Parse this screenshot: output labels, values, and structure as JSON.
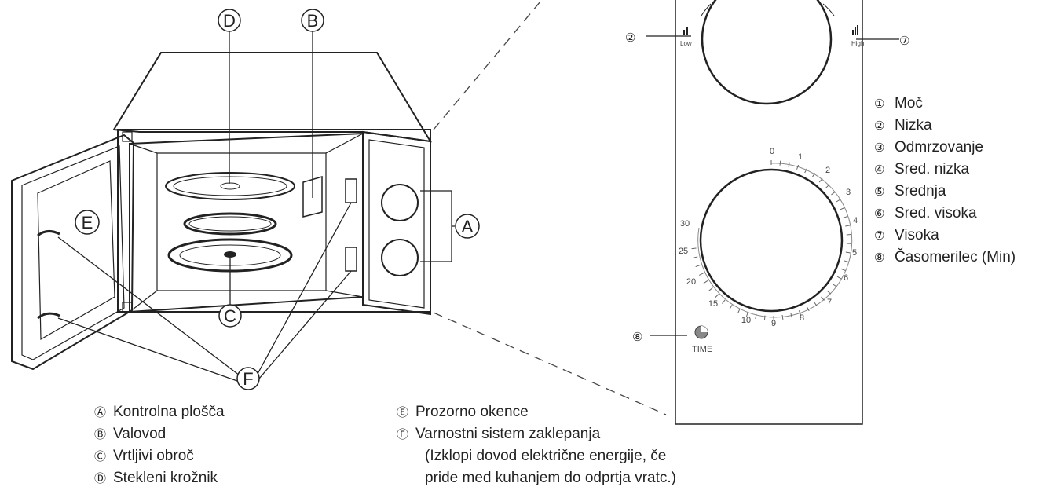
{
  "callouts": {
    "A": "A",
    "B": "B",
    "C": "C",
    "D": "D",
    "E": "E",
    "F": "F"
  },
  "panel": {
    "power_low_label": "Low",
    "power_high_label": "High",
    "time_label": "TIME",
    "callout_2": "②",
    "callout_7": "⑦",
    "callout_8": "⑧",
    "timer_ticks": [
      "0",
      "1",
      "2",
      "3",
      "4",
      "5",
      "6",
      "7",
      "8",
      "9",
      "10",
      "15",
      "20",
      "25",
      "30"
    ]
  },
  "legend_left": [
    {
      "marker": "Ⓐ",
      "text": "Kontrolna plošča"
    },
    {
      "marker": "Ⓑ",
      "text": " Valovod"
    },
    {
      "marker": "Ⓒ",
      "text": "Vrtljivi obroč"
    },
    {
      "marker": "Ⓓ",
      "text": "Stekleni krožnik"
    }
  ],
  "legend_mid": [
    {
      "marker": "Ⓔ",
      "text": "Prozorno okence"
    },
    {
      "marker": "Ⓕ",
      "text": "Varnostni sistem zaklepanja"
    },
    {
      "marker": "",
      "text": "(Izklopi dovod električne energije, če"
    },
    {
      "marker": "",
      "text": "pride med kuhanjem do odprtja vratc.)"
    }
  ],
  "legend_right": [
    {
      "marker": "①",
      "text": "Moč"
    },
    {
      "marker": "②",
      "text": " Nizka"
    },
    {
      "marker": "③",
      "text": " Odmrzovanje"
    },
    {
      "marker": "④",
      "text": "Sred. nizka"
    },
    {
      "marker": "⑤",
      "text": " Srednja"
    },
    {
      "marker": "⑥",
      "text": "Sred. visoka"
    },
    {
      "marker": "⑦",
      "text": " Visoka"
    },
    {
      "marker": "⑧",
      "text": "Časomerilec (Min)"
    }
  ]
}
